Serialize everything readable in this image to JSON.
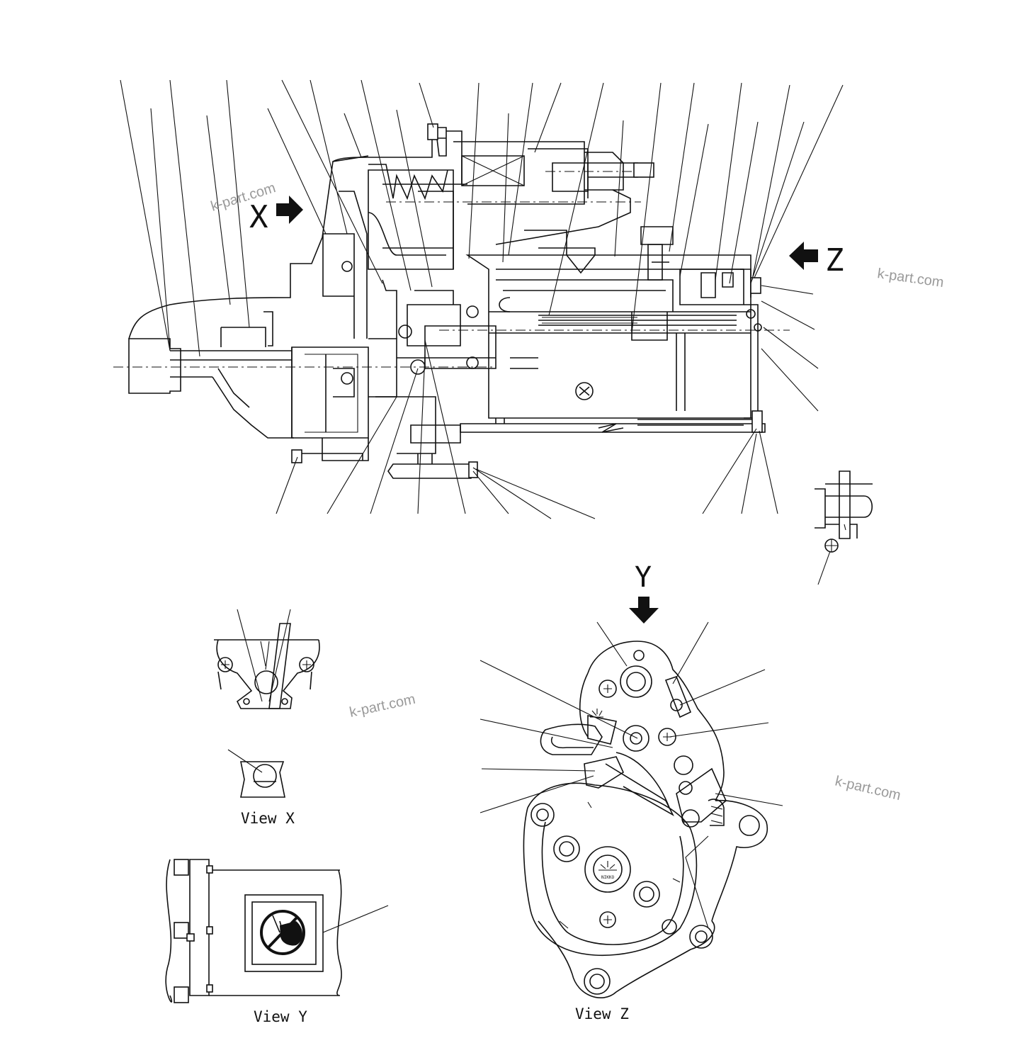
{
  "view_markers": {
    "x": "X",
    "y": "Y",
    "z": "Z"
  },
  "captions": {
    "view_x": "View X",
    "view_y": "View Y",
    "view_z": "View Z"
  },
  "watermark": "k-part.com",
  "nameplate": "NIKKO"
}
